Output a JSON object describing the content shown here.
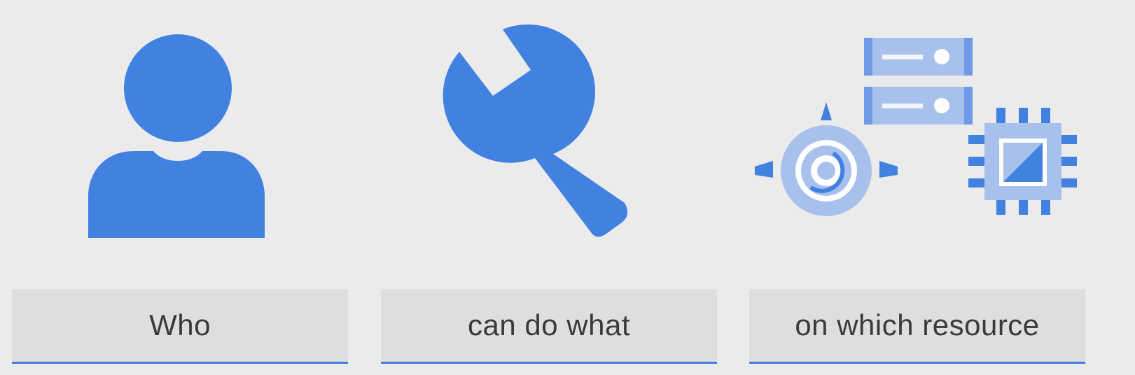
{
  "labels": {
    "who": "Who",
    "what": "can do what",
    "resource": "on which resource"
  },
  "icons": {
    "who": "user-icon",
    "what": "wrench-icon",
    "resource": "compute-resources-icon"
  },
  "colors": {
    "background": "#ebebeb",
    "label_box": "#dedede",
    "accent_blue": "#4181e0",
    "light_blue": "#a7c1ec",
    "underline": "#3f7fde",
    "text": "#3a3a3a"
  }
}
